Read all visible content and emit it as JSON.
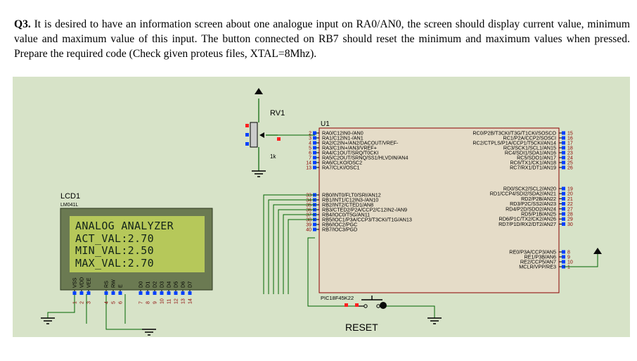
{
  "question": {
    "number": "Q3.",
    "text": "It is desired to have an information screen about one analogue input on RA0/AN0, the screen should display current value, minimum value and maximum value of this input. The button connected on RB7 should reset the minimum and maximum values when pressed. Prepare the required code (Check given proteus files, XTAL=8Mhz)."
  },
  "colors": {
    "background": "#d7e3c8",
    "chip_fill": "#e5dcc8",
    "chip_border": "#8b0000",
    "wire": "#006400",
    "lcd_screen": "#b6c85a",
    "lcd_frame": "#3b4a2a"
  },
  "rv1": {
    "ref": "RV1",
    "value": "1k"
  },
  "mcu": {
    "ref": "U1",
    "part": "PIC18F45K22",
    "left_pins": [
      {
        "num": "2",
        "name": "RA0/C12IN0-/AN0"
      },
      {
        "num": "3",
        "name": "RA1/C12IN1-/AN1"
      },
      {
        "num": "4",
        "name": "RA2/C2IN+/AN2/DACOUT/VREF-"
      },
      {
        "num": "5",
        "name": "RA3/C1IN+/AN3/VREF+"
      },
      {
        "num": "6",
        "name": "RA4/C1OUT/SRQ/T0CKI"
      },
      {
        "num": "7",
        "name": "RA5/C2OUT/SRNQ/SS1/HLVDIN/AN4"
      },
      {
        "num": "14",
        "name": "RA6/CLKO/OSC2"
      },
      {
        "num": "13",
        "name": "RA7/CLKI/OSC1"
      },
      {
        "num": "33",
        "name": "RB0/INT0/FLT0/SRI/AN12"
      },
      {
        "num": "34",
        "name": "RB1/INT1/C12IN3-/AN10"
      },
      {
        "num": "35",
        "name": "RB2/INT2/CTED1/AN8"
      },
      {
        "num": "36",
        "name": "RB3/CTED2/P2A/CCP2/C12IN2-/AN9"
      },
      {
        "num": "37",
        "name": "RB4/IOC0/T5G/AN11"
      },
      {
        "num": "38",
        "name": "RB5/IOC1/P3A/CCP3/T3CKI/T1G/AN13"
      },
      {
        "num": "39",
        "name": "RB6/IOC2/PGC"
      },
      {
        "num": "40",
        "name": "RB7/IOC3/PGD"
      }
    ],
    "right_pins": [
      {
        "num": "15",
        "name": "RC0/P2B/T3CKI/T3G/T1CKI/SOSCO"
      },
      {
        "num": "16",
        "name": "RC1/P2A/CCP2/SOSCI"
      },
      {
        "num": "17",
        "name": "RC2/CTPLS/P1A/CCP1/T5CKI/AN14"
      },
      {
        "num": "18",
        "name": "RC3/SCK1/SCL1/AN15"
      },
      {
        "num": "23",
        "name": "RC4/SDI1/SDA1/AN16"
      },
      {
        "num": "24",
        "name": "RC5/SDO1/AN17"
      },
      {
        "num": "25",
        "name": "RC6/TX1/CK1/AN18"
      },
      {
        "num": "26",
        "name": "RC7/RX1/DT1/AN19"
      },
      {
        "num": "19",
        "name": "RD0/SCK2/SCL2/AN20"
      },
      {
        "num": "20",
        "name": "RD1/CCP4/SDI2/SDA2/AN21"
      },
      {
        "num": "21",
        "name": "RD2/P2B/AN22"
      },
      {
        "num": "22",
        "name": "RD3/P2C/SS2/AN23"
      },
      {
        "num": "27",
        "name": "RD4/P2D/SDO2/AN24"
      },
      {
        "num": "28",
        "name": "RD5/P1B/AN25"
      },
      {
        "num": "29",
        "name": "RD6/P1C/TX2/CK2/AN26"
      },
      {
        "num": "30",
        "name": "RD7/P1D/RX2/DT2/AN27"
      },
      {
        "num": "8",
        "name": "RE0/P3A/CCP3/AN5"
      },
      {
        "num": "9",
        "name": "RE1/P3B/AN6"
      },
      {
        "num": "10",
        "name": "RE2/CCP5/AN7"
      },
      {
        "num": "1",
        "name": "MCLR/VPP/RE3"
      }
    ]
  },
  "lcd": {
    "ref": "LCD1",
    "part": "LM041L",
    "lines": [
      "ANALOG ANALYZER",
      "ACT_VAL:2.70",
      "MIN_VAL:2.50",
      "MAX_VAL:2.70"
    ],
    "pin_names": [
      "VSS",
      "VDD",
      "VEE",
      "RS",
      "RW",
      "E",
      "D0",
      "D1",
      "D2",
      "D3",
      "D4",
      "D5",
      "D6",
      "D7"
    ],
    "pin_numbers": [
      "1",
      "2",
      "3",
      "4",
      "5",
      "6",
      "7",
      "8",
      "9",
      "10",
      "11",
      "12",
      "13",
      "14"
    ]
  },
  "button": {
    "label": "RESET"
  }
}
